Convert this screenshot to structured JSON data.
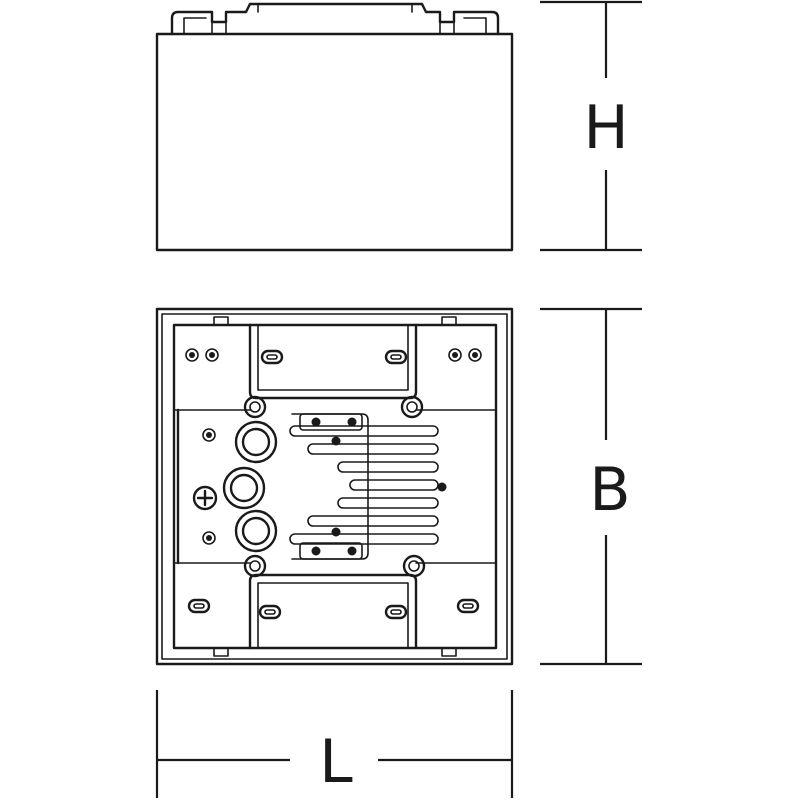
{
  "dimensions": {
    "height_label": "H",
    "depth_label": "B",
    "length_label": "L"
  },
  "colors": {
    "line": "#1a1a1a",
    "background": "#ffffff"
  }
}
